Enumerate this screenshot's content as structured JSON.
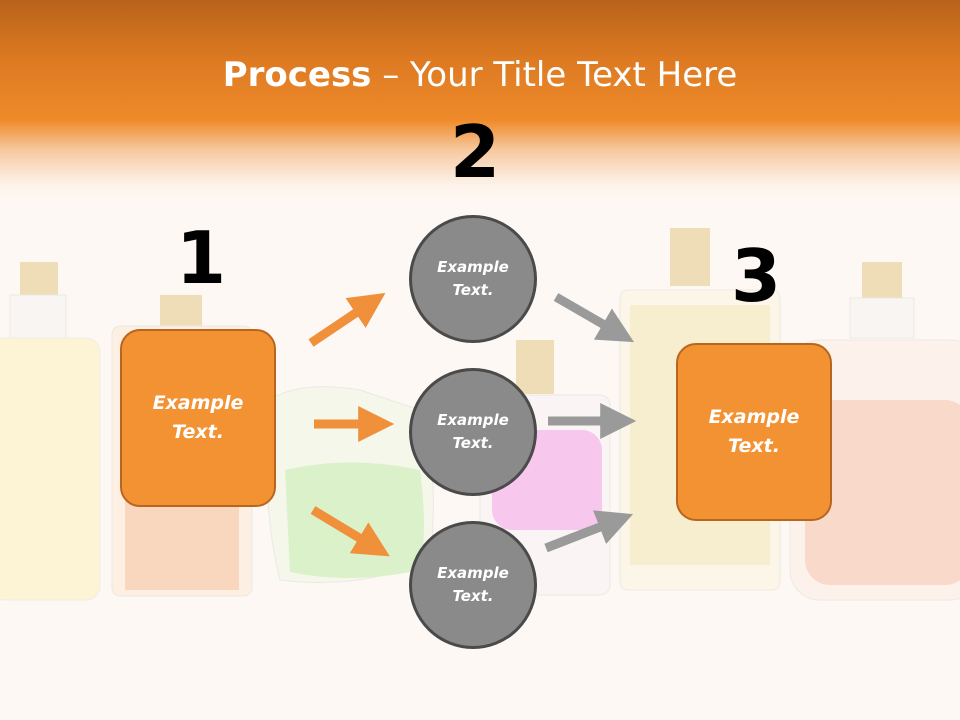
{
  "title": {
    "bold": "Process",
    "rest": " – Your Title Text Here"
  },
  "steps": {
    "step1": {
      "number": "1",
      "text": "Example\nText."
    },
    "step2": {
      "number": "2",
      "circles": [
        {
          "text": "Example\nText."
        },
        {
          "text": "Example\nText."
        },
        {
          "text": "Example\nText."
        }
      ]
    },
    "step3": {
      "number": "3",
      "text": "Example\nText."
    }
  },
  "colors": {
    "accent_orange": "#f39233",
    "header_orange": "#e8801f",
    "circle_gray": "#8a8a8a",
    "arrow_gray": "#999999"
  }
}
